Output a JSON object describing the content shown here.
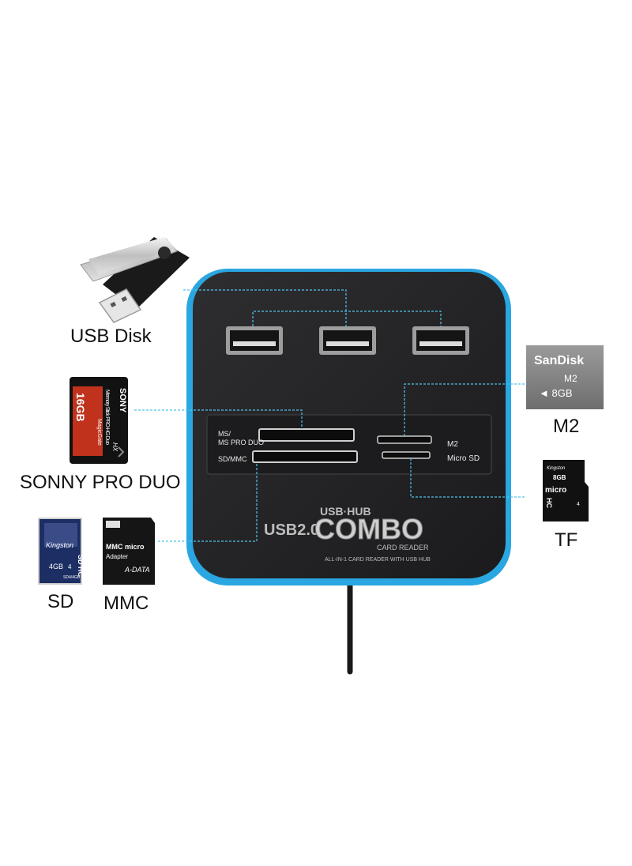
{
  "labels": {
    "usb_disk": "USB Disk",
    "sony_pro_duo": "SONNY PRO DUO",
    "sd": "SD",
    "mmc": "MMC",
    "m2": "M2",
    "tf": "TF"
  },
  "hub": {
    "slot_ms": "MS/",
    "slot_ms_pro_duo": "MS PRO DUO",
    "slot_sd_mmc": "SD/MMC",
    "slot_m2": "M2",
    "slot_micro_sd": "Micro SD",
    "usb_hub": "USB·HUB",
    "usb2": "USB2.0",
    "combo": "COMBO",
    "card_reader": "CARD READER",
    "all_in_one": "ALL-IN-1 CARD READER WITH USB HUB"
  },
  "cards": {
    "sony_brand": "SONY",
    "sony_capacity": "16GB",
    "sony_line": "Memory Stick PRO-HG Duo",
    "sony_magicgate": "MagicGate",
    "sony_hx": "HX",
    "sd_brand": "Kingston",
    "sd_capacity": "4GB",
    "sd_hc": "SD HC",
    "sd_speed": "4",
    "sd_model": "SD4/4GB",
    "mmc_brand": "MMC micro",
    "mmc_adapter": "Adapter",
    "mmc_maker": "A-DATA",
    "m2_brand": "SanDisk",
    "m2_type": "M2",
    "m2_capacity": "◄ 8GB",
    "tf_brand": "Kingston",
    "tf_capacity": "8GB",
    "tf_micro": "micro",
    "tf_hc": "HC",
    "tf_speed": "4"
  },
  "colors": {
    "hub_body": "#232325",
    "hub_rim": "#2aa6e0",
    "leader_line": "#4fc3e8",
    "sony_red": "#c0321c",
    "sd_navy": "#1c2e63"
  }
}
